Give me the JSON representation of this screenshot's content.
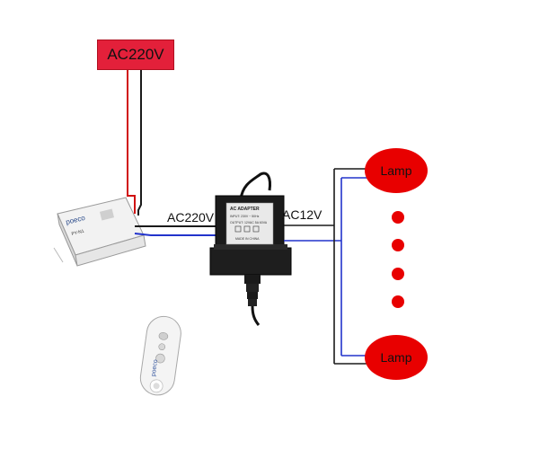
{
  "source": {
    "label": "AC220V",
    "color": "#e3203a"
  },
  "labels": {
    "input_line": "AC220V",
    "output_line": "AC12V"
  },
  "lamps": [
    {
      "label": "Lamp"
    },
    {
      "label": "Lamp"
    }
  ],
  "continuation_dots": 4,
  "devices": {
    "receiver": {
      "brand": "poeco",
      "model": "PY-N1"
    },
    "adapter": {
      "title": "AC ADAPTER",
      "spec_lines": [
        "INPUT: 230V ~ 50Hz",
        "OUTPUT: 12VAC 5A 60VA",
        "MADE IN CHINA"
      ]
    },
    "remote": {
      "brand": "poeco"
    }
  },
  "colors": {
    "live_wire": "#d01010",
    "neutral_wire": "#1a1a1a",
    "blue_wire": "#2233cc",
    "lamp_fill": "#e80000"
  }
}
